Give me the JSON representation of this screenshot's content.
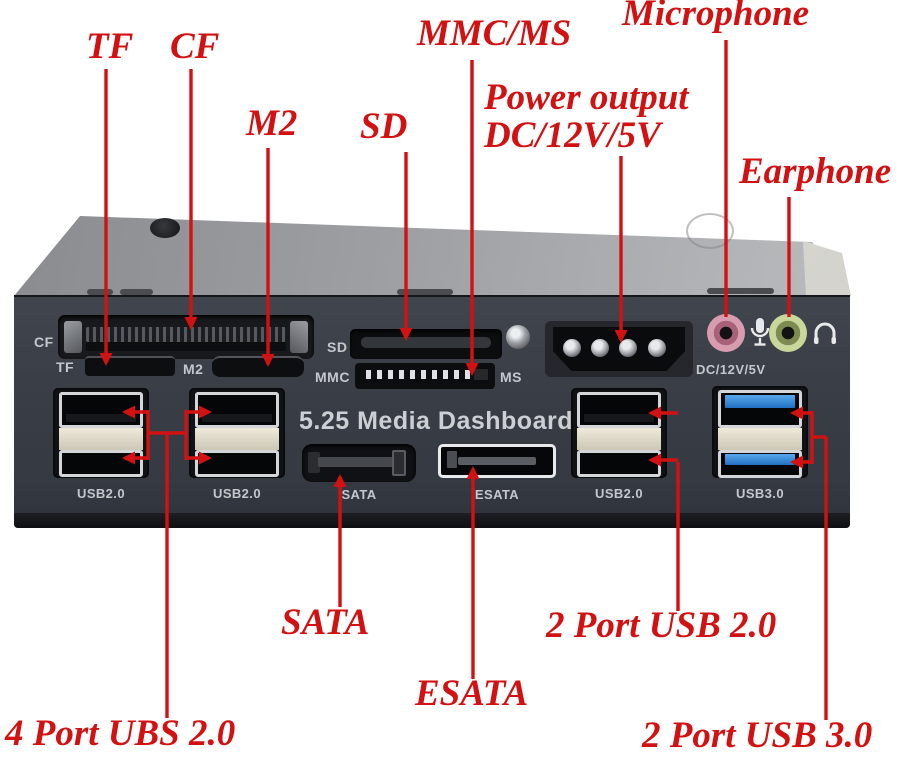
{
  "annotation_color": "#d21212",
  "background": "#ffffff",
  "annotations": {
    "tf": "TF",
    "cf": "CF",
    "m2": "M2",
    "sd": "SD",
    "mmc_ms": "MMC/MS",
    "power_line1": "Power output",
    "power_line2": "DC/12V/5V",
    "microphone": "Microphone",
    "earphone": "Earphone",
    "sata": "SATA",
    "esata": "ESATA",
    "usb2_4port": "4 Port UBS 2.0",
    "usb2_2port": "2 Port USB 2.0",
    "usb3_2port": "2 Port USB 3.0"
  },
  "device": {
    "title": "5.25 Media Dashboard",
    "slot_labels": {
      "cf": "CF",
      "tf": "TF",
      "m2": "M2",
      "sd": "SD",
      "mmc": "MMC",
      "ms": "MS"
    },
    "port_labels": {
      "usb2_left": "USB2.0",
      "usb2_mid": "USB2.0",
      "usb2_right": "USB2.0",
      "usb3": "USB3.0",
      "sata": "SATA",
      "esata": "ESATA",
      "power": "DC/12V/5V"
    },
    "jack_colors": {
      "microphone": "#d79cae",
      "earphone": "#c9d79b"
    },
    "usb3_tongue_color": "#2070c2",
    "usb3_tongue_color_light": "#5aa8ec",
    "icons": {
      "microphone": "microphone-icon",
      "headphone": "headphone-icon"
    }
  },
  "leader_lines": [
    {
      "name": "tf-line",
      "pts": [
        [
          106,
          69
        ],
        [
          106,
          363
        ]
      ],
      "arrow": true
    },
    {
      "name": "cf-line",
      "pts": [
        [
          191,
          69
        ],
        [
          191,
          327
        ]
      ],
      "arrow": true
    },
    {
      "name": "m2-line",
      "pts": [
        [
          268,
          148
        ],
        [
          268,
          364
        ]
      ],
      "arrow": true
    },
    {
      "name": "sd-line",
      "pts": [
        [
          406,
          152
        ],
        [
          406,
          338
        ]
      ],
      "arrow": true
    },
    {
      "name": "mmc-ms-line",
      "pts": [
        [
          472,
          60
        ],
        [
          472,
          373
        ]
      ],
      "arrow": true
    },
    {
      "name": "power-line",
      "pts": [
        [
          621,
          156
        ],
        [
          621,
          340
        ]
      ],
      "arrow": true
    },
    {
      "name": "microphone-line",
      "pts": [
        [
          726,
          40
        ],
        [
          726,
          317
        ]
      ],
      "arrow": false
    },
    {
      "name": "earphone-line",
      "pts": [
        [
          789,
          197
        ],
        [
          789,
          317
        ]
      ],
      "arrow": false
    },
    {
      "name": "sata-line",
      "pts": [
        [
          340,
          607
        ],
        [
          340,
          477
        ]
      ],
      "arrow": true
    },
    {
      "name": "esata-line",
      "pts": [
        [
          473,
          679
        ],
        [
          473,
          469
        ]
      ],
      "arrow": true
    },
    {
      "name": "usb2-4port-arrow-tl",
      "pts": [
        [
          148,
          412
        ],
        [
          125,
          412
        ]
      ],
      "arrow": true
    },
    {
      "name": "usb2-4port-arrow-bl",
      "pts": [
        [
          148,
          458
        ],
        [
          125,
          458
        ]
      ],
      "arrow": true
    },
    {
      "name": "usb2-4port-bracket-l",
      "pts": [
        [
          148,
          410
        ],
        [
          148,
          460
        ]
      ],
      "arrow": false
    },
    {
      "name": "usb2-4port-arrow-tr",
      "pts": [
        [
          186,
          412
        ],
        [
          209,
          412
        ]
      ],
      "arrow": true
    },
    {
      "name": "usb2-4port-arrow-br",
      "pts": [
        [
          186,
          458
        ],
        [
          209,
          458
        ]
      ],
      "arrow": true
    },
    {
      "name": "usb2-4port-bracket-r",
      "pts": [
        [
          186,
          410
        ],
        [
          186,
          460
        ]
      ],
      "arrow": false
    },
    {
      "name": "usb2-4port-connector",
      "pts": [
        [
          148,
          433
        ],
        [
          186,
          433
        ]
      ],
      "arrow": false
    },
    {
      "name": "usb2-4port-stem",
      "pts": [
        [
          167,
          433
        ],
        [
          167,
          718
        ]
      ],
      "arrow": false
    },
    {
      "name": "usb2-2port-arrow-t",
      "pts": [
        [
          678,
          413
        ],
        [
          651,
          413
        ]
      ],
      "arrow": true
    },
    {
      "name": "usb2-2port-arrow-b",
      "pts": [
        [
          678,
          460
        ],
        [
          651,
          460
        ]
      ],
      "arrow": true
    },
    {
      "name": "usb2-2port-stem",
      "pts": [
        [
          678,
          462
        ],
        [
          678,
          611
        ]
      ],
      "arrow": false
    },
    {
      "name": "usb3-arrow-t",
      "pts": [
        [
          812,
          413
        ],
        [
          793,
          413
        ]
      ],
      "arrow": true
    },
    {
      "name": "usb3-arrow-b",
      "pts": [
        [
          812,
          462
        ],
        [
          793,
          462
        ]
      ],
      "arrow": true
    },
    {
      "name": "usb3-bracket",
      "pts": [
        [
          812,
          411
        ],
        [
          812,
          464
        ]
      ],
      "arrow": false
    },
    {
      "name": "usb3-connector",
      "pts": [
        [
          812,
          437
        ],
        [
          826,
          437
        ]
      ],
      "arrow": false
    },
    {
      "name": "usb3-stem",
      "pts": [
        [
          826,
          437
        ],
        [
          826,
          720
        ]
      ],
      "arrow": false
    }
  ]
}
